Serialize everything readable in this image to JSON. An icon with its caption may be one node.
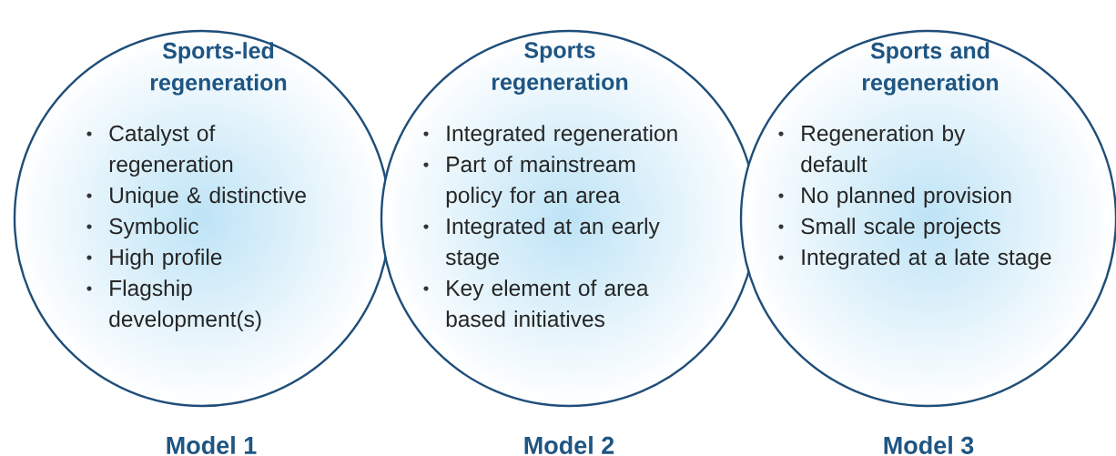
{
  "diagram": {
    "nodes": [
      {
        "text": [
          "Sports-led regeneration",
          "Catalyst of regeneration",
          "Unique & distinctive",
          "Symbolic",
          "High profile",
          "Flagship development(s)"
        ],
        "beside": [
          "Model 1"
        ]
      },
      {
        "text": [
          "Sports regeneration",
          "Integrated regeneration",
          "Part of mainstream policy for an area",
          "Integrated at an early stage",
          "Key element of area based initiatives"
        ],
        "beside": [
          "Model 2"
        ]
      },
      {
        "text": [
          "Sports and regeneration",
          "Regeneration by default",
          "No planned provision",
          "Small scale projects",
          "Integrated at a late stage"
        ],
        "beside": [
          "Model 3"
        ]
      }
    ]
  }
}
